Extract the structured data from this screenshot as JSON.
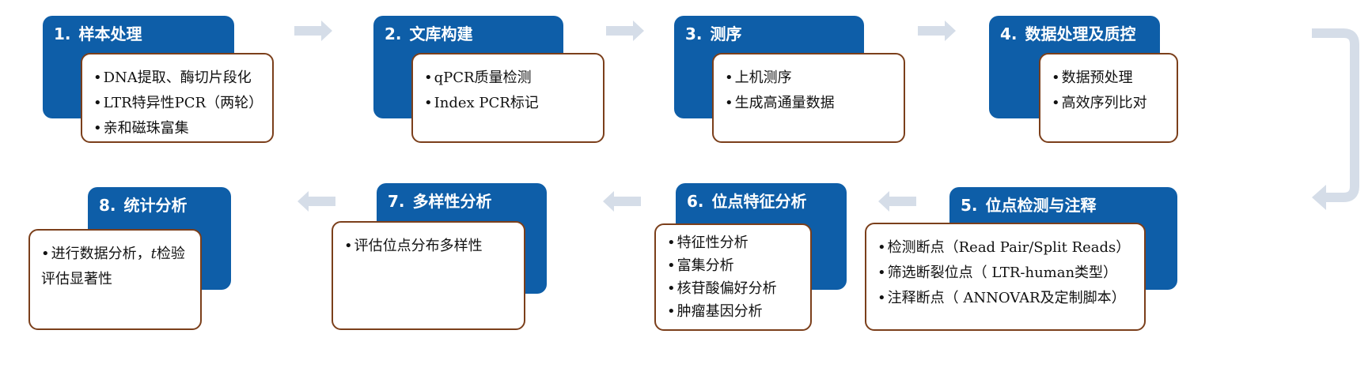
{
  "colors": {
    "header_fill": "#0e5ea8",
    "card_border": "#7b3f1b",
    "arrow": "#d5dde8"
  },
  "steps": [
    {
      "num": "1.",
      "title": "样本处理",
      "items": [
        "DNA提取、酶切片段化",
        "LTR特异性PCR（两轮）",
        "亲和磁珠富集"
      ]
    },
    {
      "num": "2.",
      "title": "文库构建",
      "items": [
        "qPCR质量检测",
        "Index PCR标记"
      ]
    },
    {
      "num": "3.",
      "title": "测序",
      "items": [
        "上机测序",
        "生成高通量数据"
      ]
    },
    {
      "num": "4.",
      "title": "数据处理及质控",
      "items": [
        "数据预处理",
        "高效序列比对"
      ]
    },
    {
      "num": "5.",
      "title": "位点检测与注释",
      "items": [
        "检测断点（Read Pair/Split Reads）",
        "筛选断裂位点（ LTR-human类型）",
        "注释断点（ ANNOVAR及定制脚本）"
      ]
    },
    {
      "num": "6.",
      "title": "位点特征分析",
      "items": [
        "特征性分析",
        "富集分析",
        "核苷酸偏好分析",
        "肿瘤基因分析"
      ]
    },
    {
      "num": "7.",
      "title": "多样性分析",
      "items": [
        "评估位点分布多样性"
      ]
    },
    {
      "num": "8.",
      "title": "统计分析",
      "items_parts": [
        "进行数据分析，",
        "t",
        "检验评估显著性"
      ]
    }
  ]
}
